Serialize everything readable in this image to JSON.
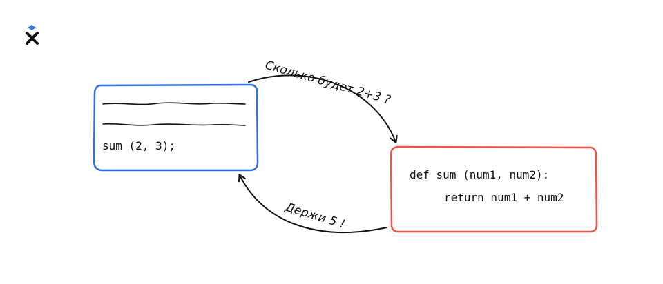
{
  "colors": {
    "caller_border": "#2f6fe0",
    "function_border": "#e8554a",
    "ink": "#111111",
    "logo_accent": "#2f7ae5"
  },
  "logo": {
    "icon": "x-logo-icon"
  },
  "caller_box": {
    "code_line": "sum (2, 3);"
  },
  "function_box": {
    "line1": "def sum (num1, num2):",
    "line2": "return num1 + num2"
  },
  "arrows": {
    "request_label": "Сколько будет 2+3 ?",
    "response_label": "Держи 5 !"
  }
}
